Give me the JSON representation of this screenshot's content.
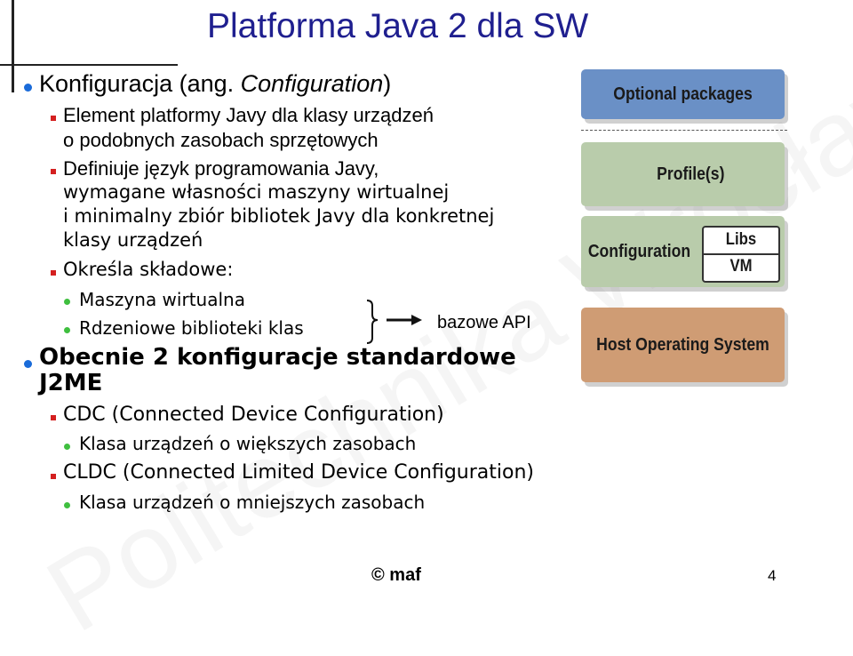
{
  "title": "Platforma Java 2 dla SW",
  "watermark": "Politechnika Wrocławska",
  "section1": {
    "prefix": "Konfiguracja (ang. ",
    "italic": "Configuration",
    "suffix": ")",
    "items": [
      {
        "lines": [
          "Element platformy Javy dla klasy urządzeń",
          "o podobnych zasobach sprzętowych"
        ]
      },
      {
        "lines": [
          "Definiuje język programowania Javy,",
          "wymagane własności maszyny wirtualnej",
          "i minimalny zbiór bibliotek Javy dla konkretnej",
          "klasy urządzeń"
        ]
      },
      {
        "lines": [
          "Określa składowe:"
        ]
      }
    ],
    "components": [
      "Maszyna wirtualna",
      "Rdzeniowe biblioteki klas"
    ],
    "api_label": "bazowe API"
  },
  "section2": {
    "lines": [
      "Obecnie 2 konfiguracje standardowe",
      "J2ME"
    ],
    "configs": [
      {
        "name": "CDC (Connected Device Configuration)",
        "note": "Klasa urządzeń o większych zasobach"
      },
      {
        "name": "CLDC (Connected Limited Device Configuration)",
        "note": "Klasa urządzeń o mniejszych zasobach"
      }
    ]
  },
  "stack": {
    "optional": "Optional packages",
    "profiles": "Profile(s)",
    "configuration": "Configuration",
    "libs": "Libs",
    "vm": "VM",
    "host": "Host Operating System",
    "colors": {
      "optional": "#6a90c6",
      "profiles": "#b9ccab",
      "configuration": "#b9ccab",
      "host": "#cf9c74"
    }
  },
  "footer": {
    "copyright": "© maf",
    "page": "4"
  }
}
